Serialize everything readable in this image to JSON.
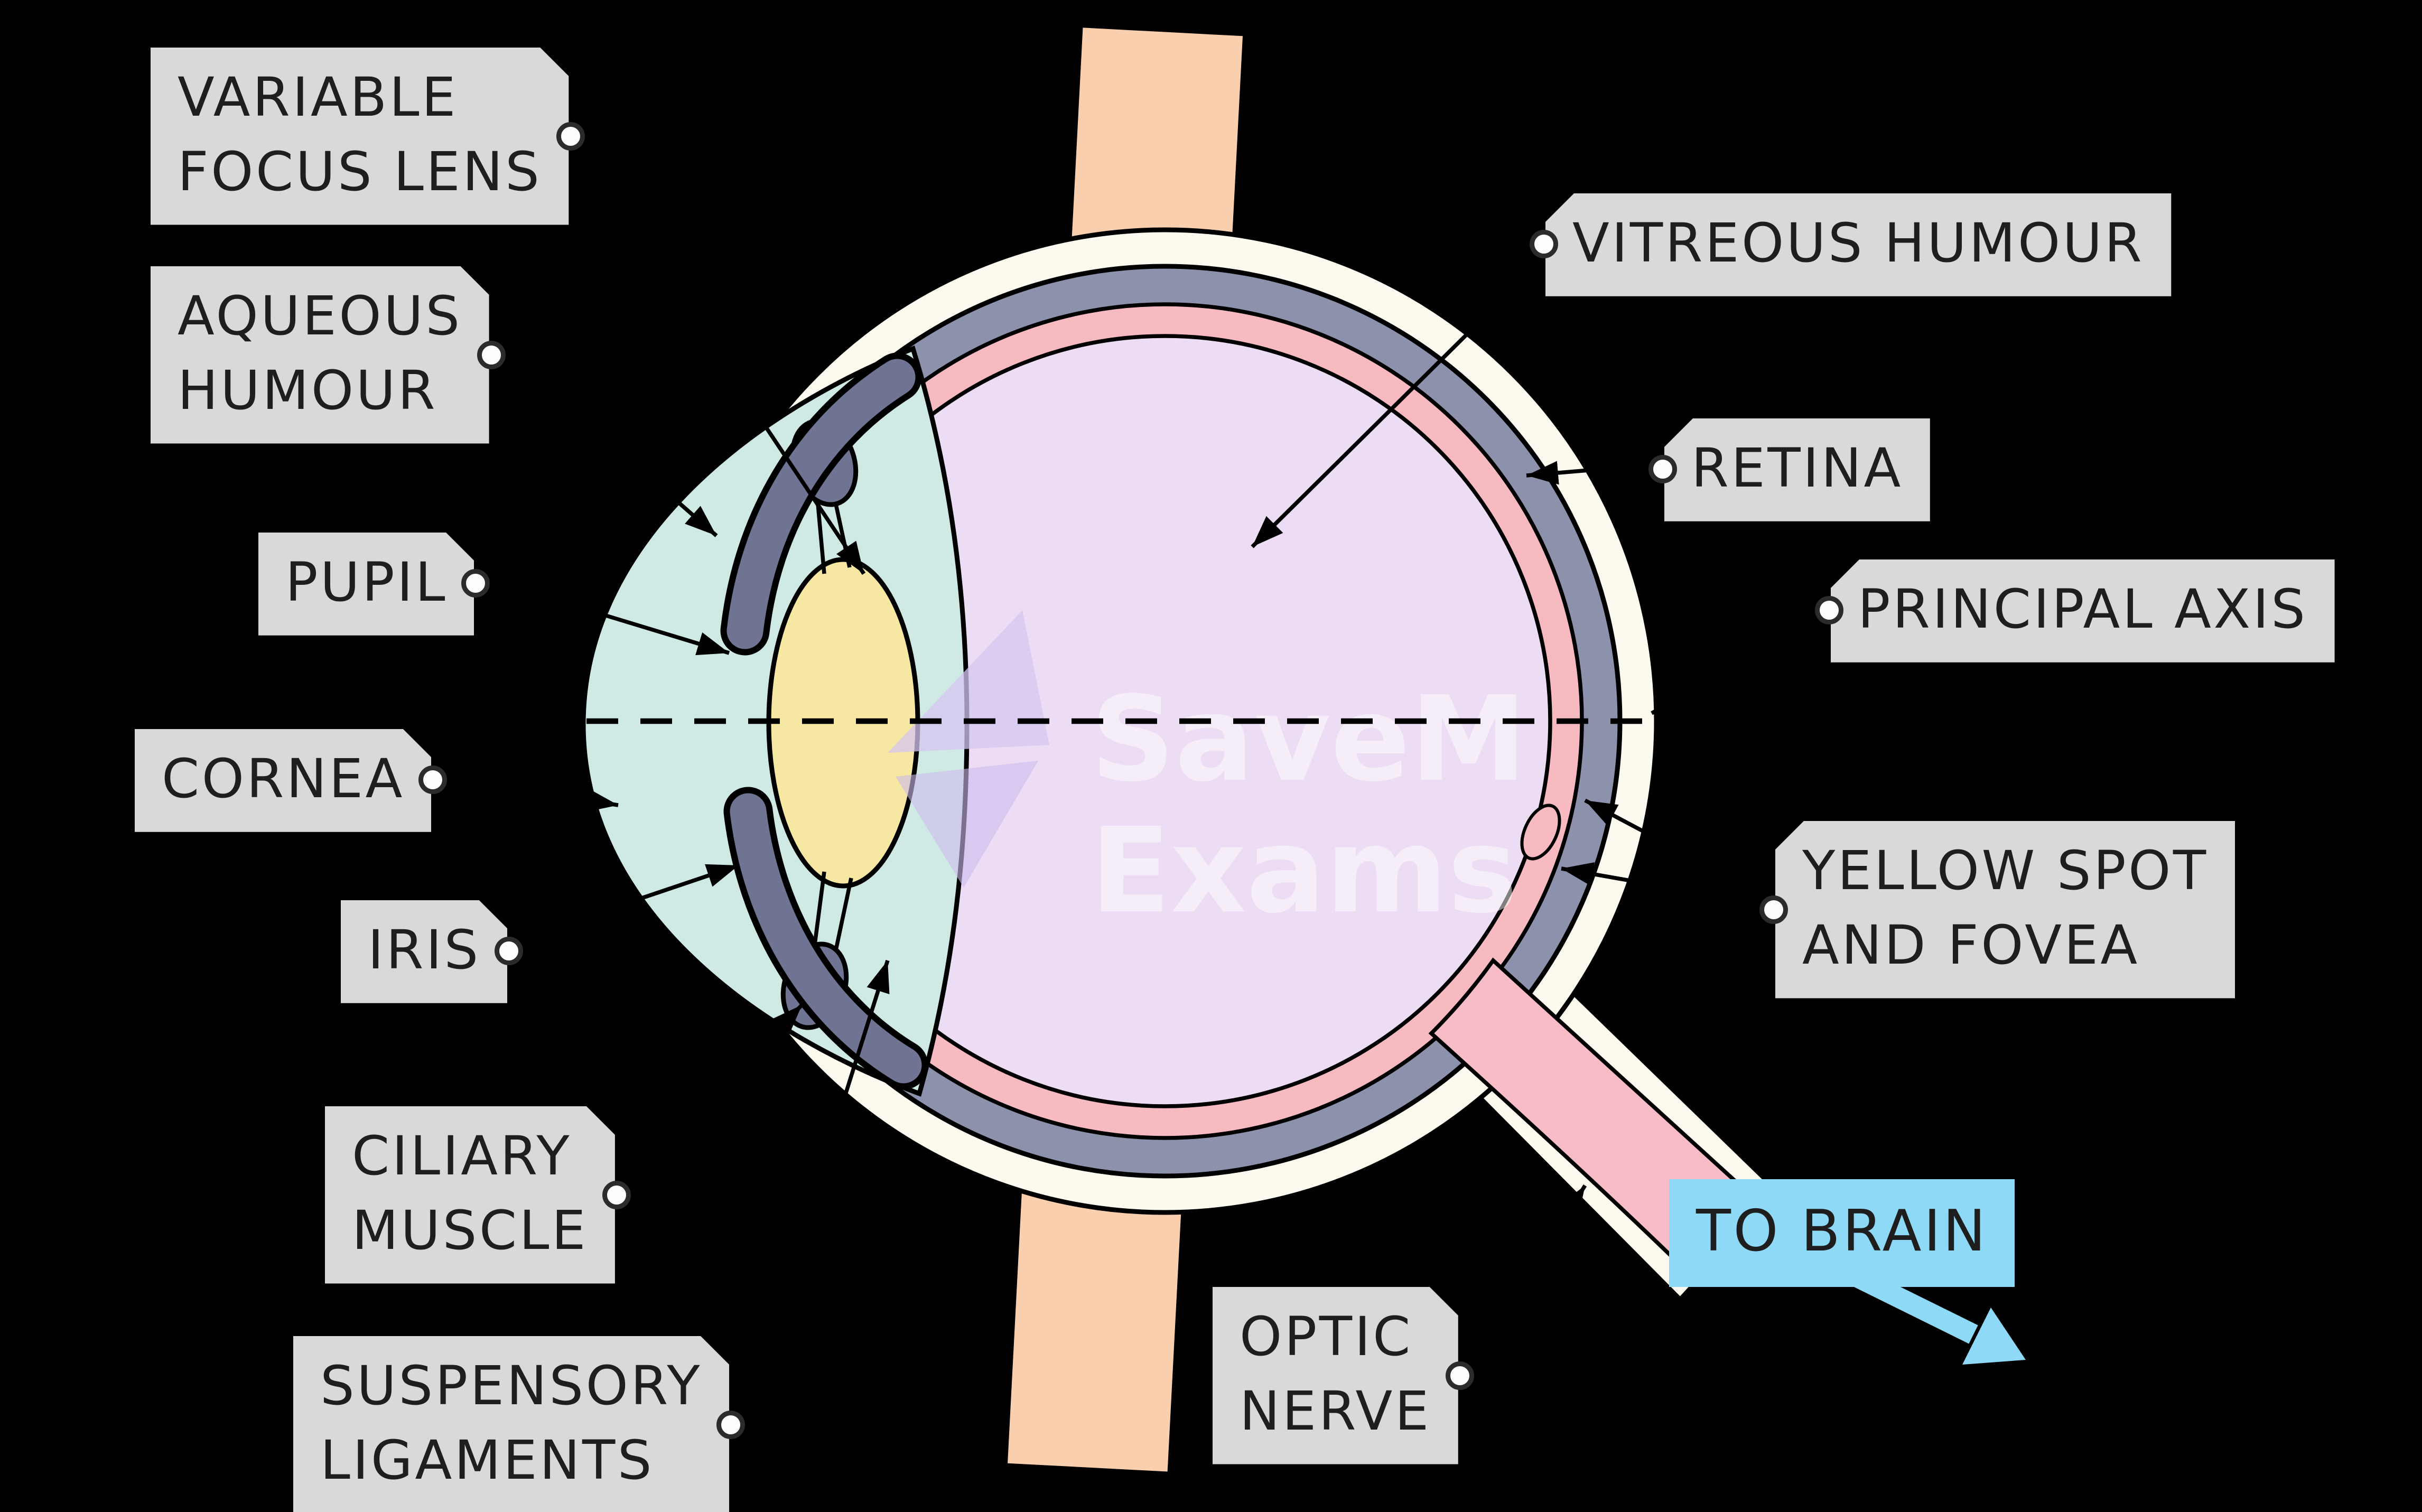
{
  "labels": {
    "variable_focus_lens": "VARIABLE\nFOCUS LENS",
    "aqueous_humour": "AQUEOUS\nHUMOUR",
    "pupil": "PUPIL",
    "cornea": "CORNEA",
    "iris": "IRIS",
    "ciliary_muscle": "CILIARY\nMUSCLE",
    "suspensory_ligaments": "SUSPENSORY\nLIGAMENTS",
    "vitreous_humour": "VITREOUS HUMOUR",
    "retina": "RETINA",
    "principal_axis": "PRINCIPAL AXIS",
    "yellow_spot_fovea": "YELLOW SPOT\nAND FOVEA",
    "to_brain": "TO BRAIN",
    "optic_nerve": "OPTIC\nNERVE"
  },
  "watermark": {
    "line1": "SaveM",
    "line2": "Exams"
  },
  "colors": {
    "background": "#000000",
    "tag_bg": "#d9d9d9",
    "tag_text": "#1e1e1e",
    "to_brain_bg": "#8ed9f6",
    "to_brain_arrow": "#8ed9f6",
    "eye_outer_rim": "#fcfaee",
    "sclera_ring": "#8d92ac",
    "retina_layer": "#f7bac1",
    "vitreous_humour": "#ecddf4",
    "cornea": "#cfeae5",
    "lens": "#f6e7a2",
    "iris": "#6f7492",
    "optic_nerve": "#f8bcc6",
    "muscle_band": "#f9cfae",
    "line_color": "#000000"
  }
}
